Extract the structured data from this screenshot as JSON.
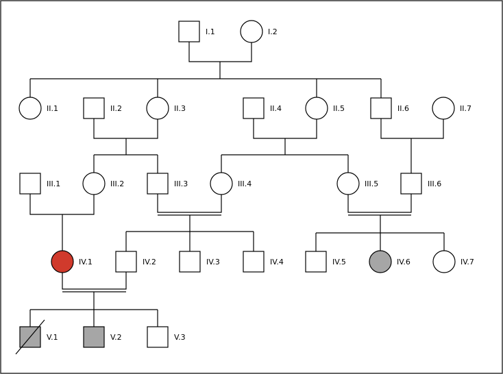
{
  "colors": {
    "unaffected": "#ffffff",
    "affected_grey": "#a6a6a6",
    "proband_red": "#d03a2c",
    "stroke": "#000000"
  },
  "individuals": [
    {
      "id": "I.1",
      "sex": "male",
      "status": "unaffected"
    },
    {
      "id": "I.2",
      "sex": "female",
      "status": "unaffected"
    },
    {
      "id": "II.1",
      "sex": "female",
      "status": "unaffected"
    },
    {
      "id": "II.2",
      "sex": "male",
      "status": "unaffected"
    },
    {
      "id": "II.3",
      "sex": "female",
      "status": "unaffected"
    },
    {
      "id": "II.4",
      "sex": "male",
      "status": "unaffected"
    },
    {
      "id": "II.5",
      "sex": "female",
      "status": "unaffected"
    },
    {
      "id": "II.6",
      "sex": "male",
      "status": "unaffected"
    },
    {
      "id": "II.7",
      "sex": "female",
      "status": "unaffected"
    },
    {
      "id": "III.1",
      "sex": "male",
      "status": "unaffected"
    },
    {
      "id": "III.2",
      "sex": "female",
      "status": "unaffected"
    },
    {
      "id": "III.3",
      "sex": "male",
      "status": "unaffected"
    },
    {
      "id": "III.4",
      "sex": "female",
      "status": "unaffected"
    },
    {
      "id": "III.5",
      "sex": "female",
      "status": "unaffected"
    },
    {
      "id": "III.6",
      "sex": "male",
      "status": "unaffected"
    },
    {
      "id": "IV.1",
      "sex": "female",
      "status": "proband"
    },
    {
      "id": "IV.2",
      "sex": "male",
      "status": "unaffected"
    },
    {
      "id": "IV.3",
      "sex": "male",
      "status": "unaffected"
    },
    {
      "id": "IV.4",
      "sex": "male",
      "status": "unaffected"
    },
    {
      "id": "IV.5",
      "sex": "male",
      "status": "unaffected"
    },
    {
      "id": "IV.6",
      "sex": "female",
      "status": "affected"
    },
    {
      "id": "IV.7",
      "sex": "female",
      "status": "unaffected"
    },
    {
      "id": "V.1",
      "sex": "male",
      "status": "affected",
      "deceased": true
    },
    {
      "id": "V.2",
      "sex": "male",
      "status": "affected"
    },
    {
      "id": "V.3",
      "sex": "male",
      "status": "unaffected"
    }
  ],
  "unions": [
    {
      "partners": [
        "I.1",
        "I.2"
      ],
      "consanguineous": false
    },
    {
      "partners": [
        "II.2",
        "II.3"
      ],
      "consanguineous": false
    },
    {
      "partners": [
        "II.4",
        "II.5"
      ],
      "consanguineous": false
    },
    {
      "partners": [
        "II.6",
        "II.7"
      ],
      "consanguineous": false
    },
    {
      "partners": [
        "III.1",
        "III.2"
      ],
      "consanguineous": false
    },
    {
      "partners": [
        "III.3",
        "III.4"
      ],
      "consanguineous": true
    },
    {
      "partners": [
        "III.5",
        "III.6"
      ],
      "consanguineous": true
    },
    {
      "partners": [
        "IV.1",
        "IV.2"
      ],
      "consanguineous": true
    }
  ]
}
